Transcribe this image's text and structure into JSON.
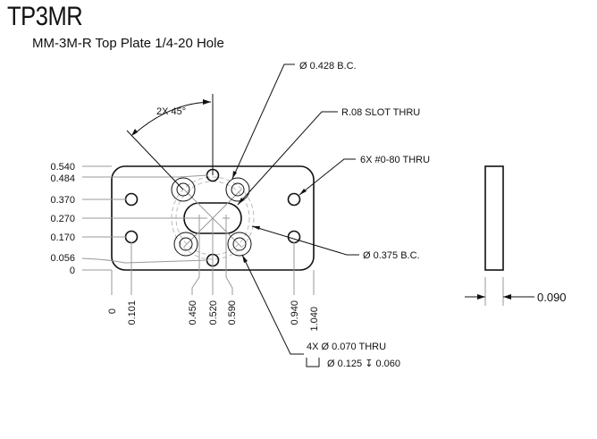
{
  "title": "TP3MR",
  "subtitle": "MM-3M-R Top Plate 1/4-20 Hole",
  "y_dims": [
    "0.540",
    "0.484",
    "0.370",
    "0.270",
    "0.170",
    "0.056",
    "0"
  ],
  "x_dims": [
    "0",
    "0.101",
    "0.450",
    "0.520",
    "0.590",
    "0.940",
    "1.040"
  ],
  "callouts": {
    "bc_428": "Ø  0.428  B.C.",
    "angle": "2X 45°",
    "slot": "R.08   SLOT THRU",
    "tapped": "6X #0-80 THRU",
    "bc_375": "Ø  0.375  B.C.",
    "holes": "4X Ø 0.070 THRU",
    "cbore": "Ø   0.125  ↧  0.060",
    "thickness": "0.090"
  }
}
